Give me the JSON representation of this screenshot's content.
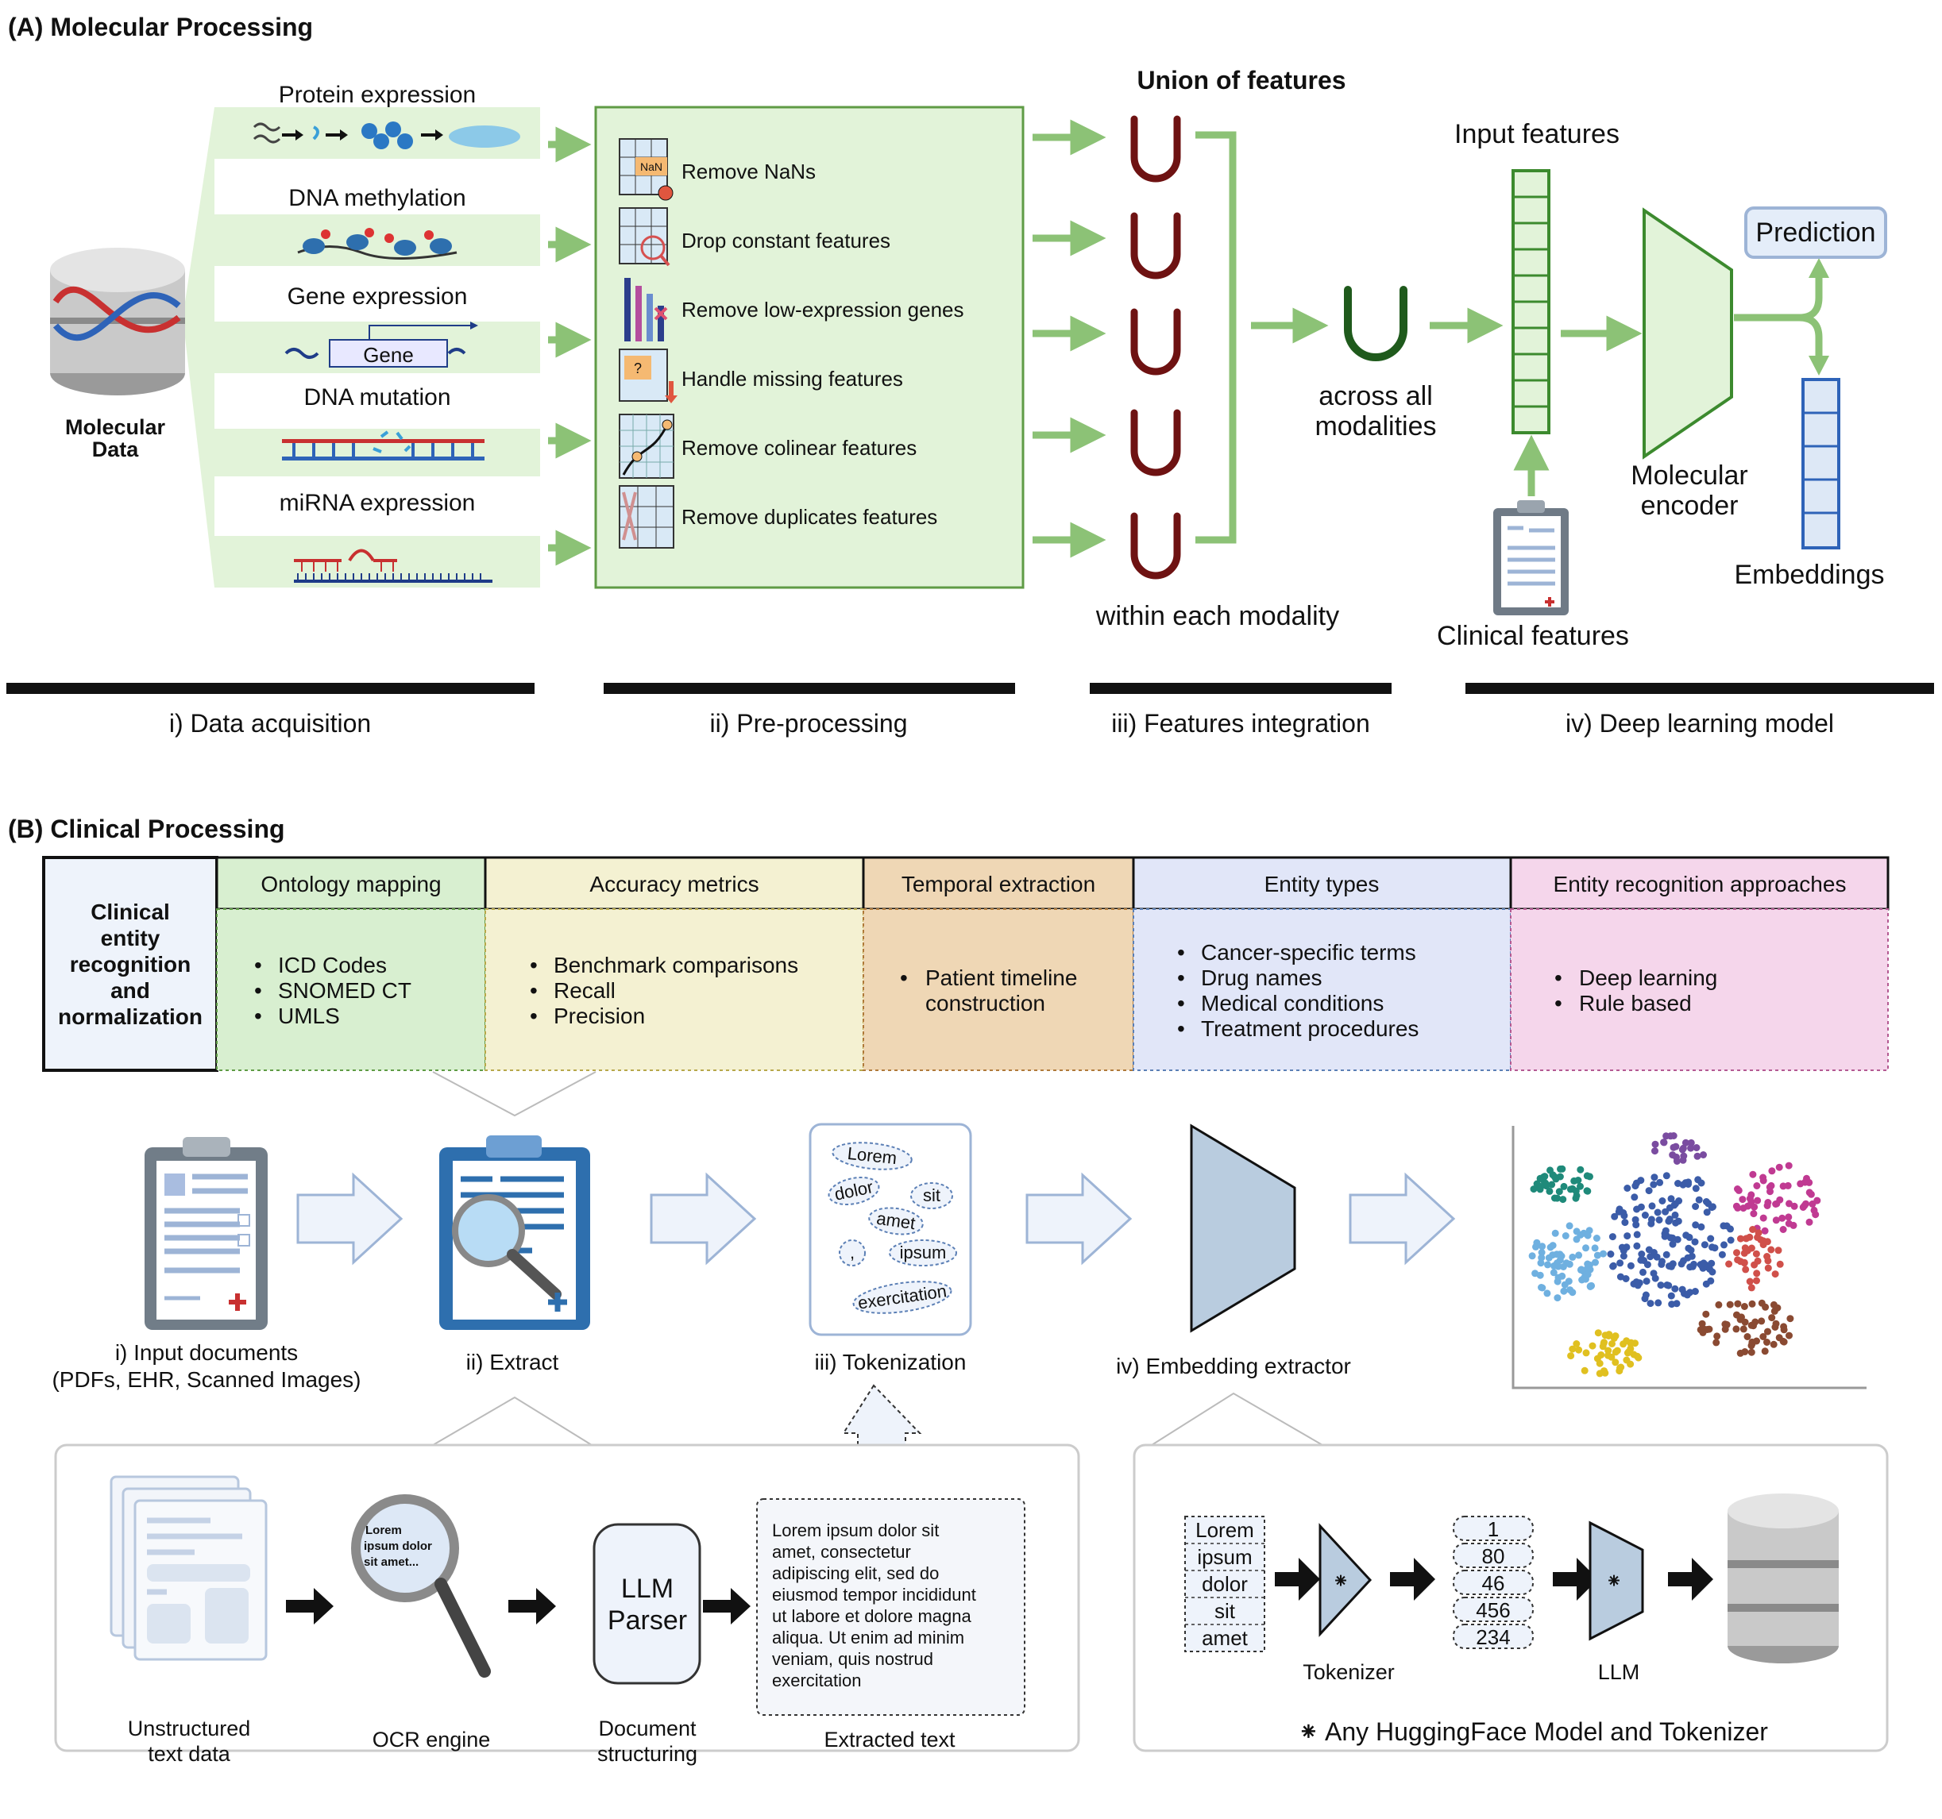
{
  "colors": {
    "green_light": "#e2f3d9",
    "green_stroke": "#5f9b45",
    "green_arrow": "#8cc276",
    "dark_red": "#6e1212",
    "dark_green": "#1f5a1c",
    "blue_light": "#dde8f6",
    "blue_stroke": "#5b7fb5",
    "ontology": "#d8efd0",
    "accuracy": "#f4f1d2",
    "temporal": "#efd7b5",
    "entity": "#e1e6f8",
    "approach": "#f5d6eb"
  },
  "panelA": {
    "title": "(A) Molecular Processing",
    "molecular_data": [
      "Molecular",
      "Data"
    ],
    "modalities": [
      "Protein expression",
      "DNA methylation",
      "Gene expression",
      "DNA mutation",
      "miRNA expression"
    ],
    "gene_label": "Gene",
    "preprocessing_steps": [
      "Remove NaNs",
      "Drop constant features",
      "Remove low-expression genes",
      "Handle missing features",
      "Remove colinear features",
      "Remove duplicates features"
    ],
    "nan_label": "NaN",
    "question_label": "?",
    "union_title": "Union of features",
    "within_label": "within each modality",
    "across_label": [
      "across all",
      "modalities"
    ],
    "input_features": "Input features",
    "clinical_features": "Clinical features",
    "encoder": [
      "Molecular",
      "encoder"
    ],
    "prediction": "Prediction",
    "embeddings": "Embeddings",
    "stages": [
      "i) Data acquisition",
      "ii) Pre-processing",
      "iii) Features integration",
      "iv) Deep learning model"
    ]
  },
  "panelB": {
    "title": "(B) Clinical Processing",
    "table_header": [
      "Clinical",
      "entity",
      "recognition",
      "and",
      "normalization"
    ],
    "columns": [
      {
        "title": "Ontology mapping",
        "items": [
          "ICD Codes",
          "SNOMED CT",
          "UMLS"
        ]
      },
      {
        "title": "Accuracy metrics",
        "items": [
          "Benchmark comparisons",
          "Recall",
          "Precision"
        ]
      },
      {
        "title": "Temporal extraction",
        "items": [
          "Patient timeline",
          "construction"
        ]
      },
      {
        "title": "Entity types",
        "items": [
          "Cancer-specific terms",
          "Drug names",
          "Medical conditions",
          "Treatment procedures"
        ]
      },
      {
        "title": "Entity recognition approaches",
        "items": [
          "Deep learning",
          "Rule based"
        ]
      }
    ],
    "steps": {
      "input": [
        "i) Input documents",
        "(PDFs, EHR, Scanned Images)"
      ],
      "extract": "ii) Extract",
      "tokenization": "iii) Tokenization",
      "embedding": "iv) Embedding extractor"
    },
    "tokens": [
      "Lorem",
      "dolor",
      "sit",
      "amet",
      ",",
      "ipsum",
      "exercitation"
    ],
    "extract_detail": {
      "unstructured": [
        "Unstructured",
        "text data"
      ],
      "ocr": "OCR engine",
      "ocr_lens": [
        "Lorem",
        "ipsum dolor",
        "sit amet..."
      ],
      "llm_parser": [
        "LLM",
        "Parser"
      ],
      "doc_structuring": [
        "Document",
        "structuring"
      ],
      "extracted_text_label": "Extracted text",
      "extracted_text": [
        "Lorem ipsum dolor sit",
        "amet, consectetur",
        "adipiscing elit, sed do",
        "eiusmod tempor incididunt",
        "ut labore et dolore magna",
        "aliqua. Ut enim ad minim",
        "veniam, quis nostrud",
        "exercitation"
      ]
    },
    "embedding_detail": {
      "words": [
        "Lorem",
        "ipsum",
        "dolor",
        "sit",
        "amet"
      ],
      "ids": [
        "1",
        "80",
        "46",
        "456",
        "234"
      ],
      "tokenizer": "Tokenizer",
      "llm": "LLM",
      "star": "⁕",
      "note": "⁕ Any HuggingFace Model and Tokenizer"
    }
  }
}
